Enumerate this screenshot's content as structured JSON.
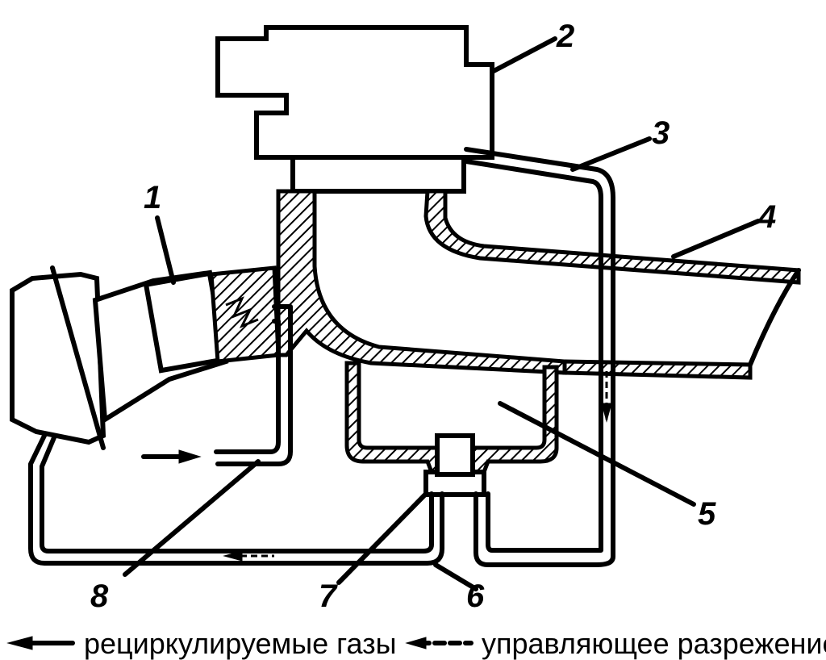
{
  "callouts": {
    "n1": "1",
    "n2": "2",
    "n3": "3",
    "n4": "4",
    "n5": "5",
    "n6": "6",
    "n7": "7",
    "n8": "8"
  },
  "legend": {
    "recirculated_gases": "рециркулируемые газы",
    "control_vacuum": "управляющее разрежение"
  }
}
